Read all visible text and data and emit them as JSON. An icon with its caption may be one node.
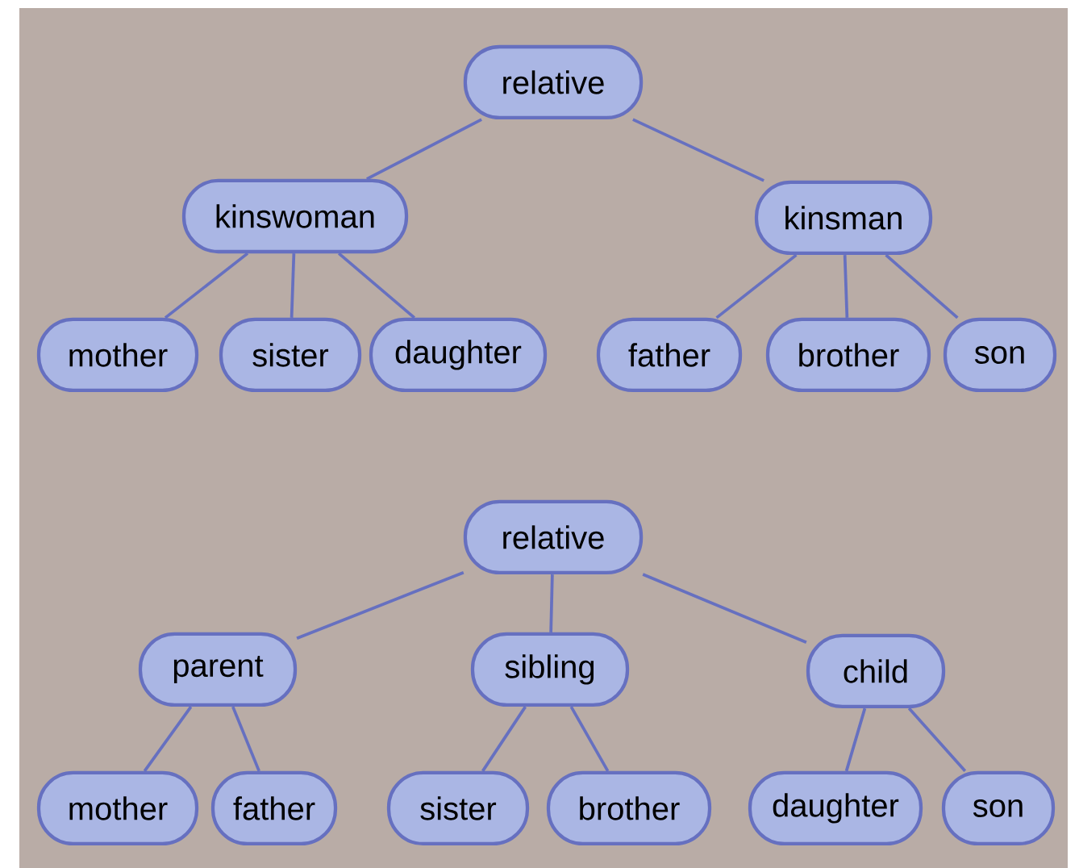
{
  "diagram": {
    "nodes": [
      {
        "text": [
          "relative"
        ]
      },
      {
        "text": [
          "kinswoman"
        ]
      },
      {
        "text": [
          "kinsman"
        ]
      },
      {
        "text": [
          "mother"
        ]
      },
      {
        "text": [
          "sister"
        ]
      },
      {
        "text": [
          "daughter"
        ]
      },
      {
        "text": [
          "father"
        ]
      },
      {
        "text": [
          "brother"
        ]
      },
      {
        "text": [
          "son"
        ]
      },
      {
        "text": [
          "relative"
        ]
      },
      {
        "text": [
          "parent"
        ]
      },
      {
        "text": [
          "sibling"
        ]
      },
      {
        "text": [
          "child"
        ]
      },
      {
        "text": [
          "mother"
        ]
      },
      {
        "text": [
          "father"
        ]
      },
      {
        "text": [
          "sister"
        ]
      },
      {
        "text": [
          "brother"
        ]
      },
      {
        "text": [
          "daughter"
        ]
      },
      {
        "text": [
          "son"
        ]
      }
    ],
    "edges": [
      {
        "from": 0,
        "to": 1,
        "arrow": "none"
      },
      {
        "from": 0,
        "to": 2,
        "arrow": "none"
      },
      {
        "from": 1,
        "to": 3,
        "arrow": "none"
      },
      {
        "from": 1,
        "to": 4,
        "arrow": "none"
      },
      {
        "from": 1,
        "to": 5,
        "arrow": "none"
      },
      {
        "from": 2,
        "to": 6,
        "arrow": "none"
      },
      {
        "from": 2,
        "to": 7,
        "arrow": "none"
      },
      {
        "from": 2,
        "to": 8,
        "arrow": "none"
      },
      {
        "from": 9,
        "to": 10,
        "arrow": "none"
      },
      {
        "from": 9,
        "to": 11,
        "arrow": "none"
      },
      {
        "from": 9,
        "to": 12,
        "arrow": "none"
      },
      {
        "from": 10,
        "to": 13,
        "arrow": "none"
      },
      {
        "from": 10,
        "to": 14,
        "arrow": "none"
      },
      {
        "from": 11,
        "to": 15,
        "arrow": "none"
      },
      {
        "from": 11,
        "to": 16,
        "arrow": "none"
      },
      {
        "from": 12,
        "to": 17,
        "arrow": "none"
      },
      {
        "from": 12,
        "to": 18,
        "arrow": "none"
      }
    ]
  }
}
